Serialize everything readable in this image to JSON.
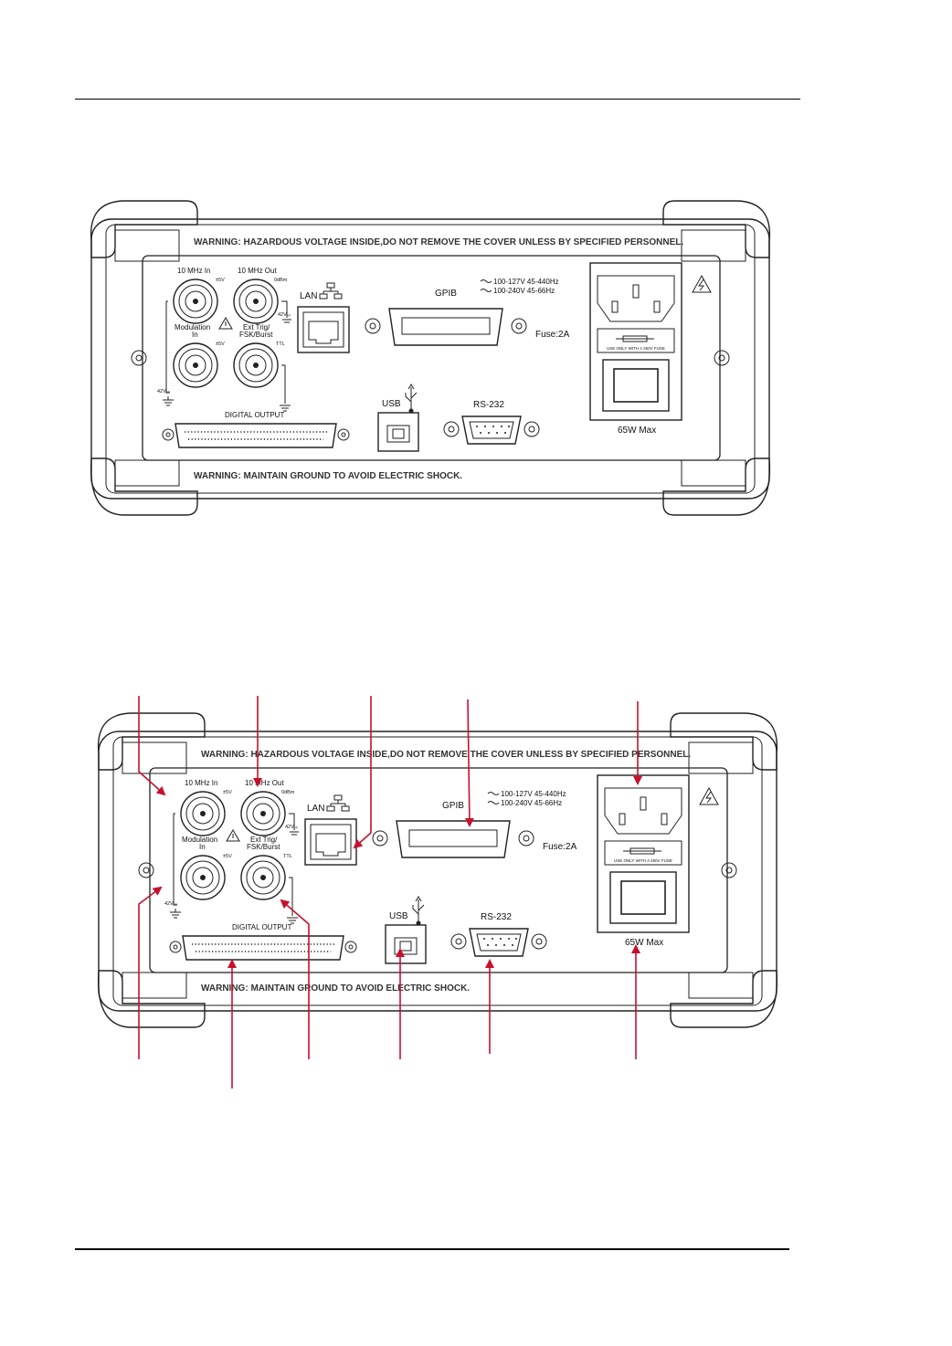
{
  "panel": {
    "warning_top": "WARNING: HAZARDOUS VOLTAGE INSIDE,DO NOT REMOVE THE COVER UNLESS BY SPECIFIED PERSONNEL.",
    "warning_bottom": "WARNING: MAINTAIN GROUND TO AVOID ELECTRIC SHOCK.",
    "ref_in_label": "10 MHz In",
    "ref_in_level": "±5V",
    "ref_out_label": "10 MHz Out",
    "ref_out_level": "0dBm",
    "mod_label_1": "Modulation",
    "mod_label_2": "In",
    "mod_level": "±5V",
    "trig_label_1": "Ext Trig/",
    "trig_label_2": "FSK/Burst",
    "trig_level": "TTL",
    "float_voltage_left": "42Vₚₖ",
    "float_voltage_right": "42Vₚₖ",
    "lan_label": "LAN",
    "gpib_label": "GPIB",
    "usb_label": "USB",
    "rs232_label": "RS-232",
    "digital_output_label": "DIGITAL OUTPUT",
    "mains_1": "100-127V  45-440Hz",
    "mains_2": "100-240V  45-66Hz",
    "fuse_label": "Fuse:2A",
    "fuse_note": "USE ONLY WITH A 250V FUSE",
    "power_label": "65W Max"
  },
  "colors": {
    "arrow": "#c8102e",
    "line": "#222222"
  }
}
